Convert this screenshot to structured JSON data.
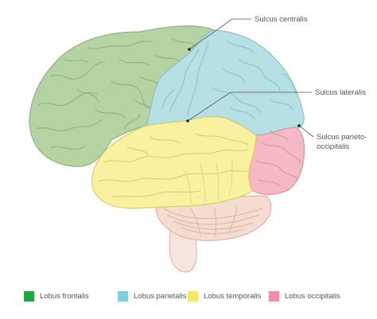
{
  "labels": {
    "central": "Sulcus centralis",
    "lateral": "Sulcus lateralis",
    "parieto_line1": "Sulcus parieto-",
    "parieto_line2": "occipitalis"
  },
  "legend": [
    {
      "label": "Lobus frontalis",
      "color": "#1fa640"
    },
    {
      "label": "Lobus parietalis",
      "color": "#7fd0e0"
    },
    {
      "label": "Lobus temporalis",
      "color": "#f1e86a"
    },
    {
      "label": "Lobus occipitalis",
      "color": "#f08fa8"
    }
  ],
  "colors": {
    "frontal_fill": "#b5d3a3",
    "parietal_fill": "#b6e0e4",
    "temporal_fill": "#f7f1a0",
    "occipital_fill": "#f5b9c5",
    "cerebellum_fill": "#f4ddd0",
    "brainstem_fill": "#f6e5dd"
  }
}
